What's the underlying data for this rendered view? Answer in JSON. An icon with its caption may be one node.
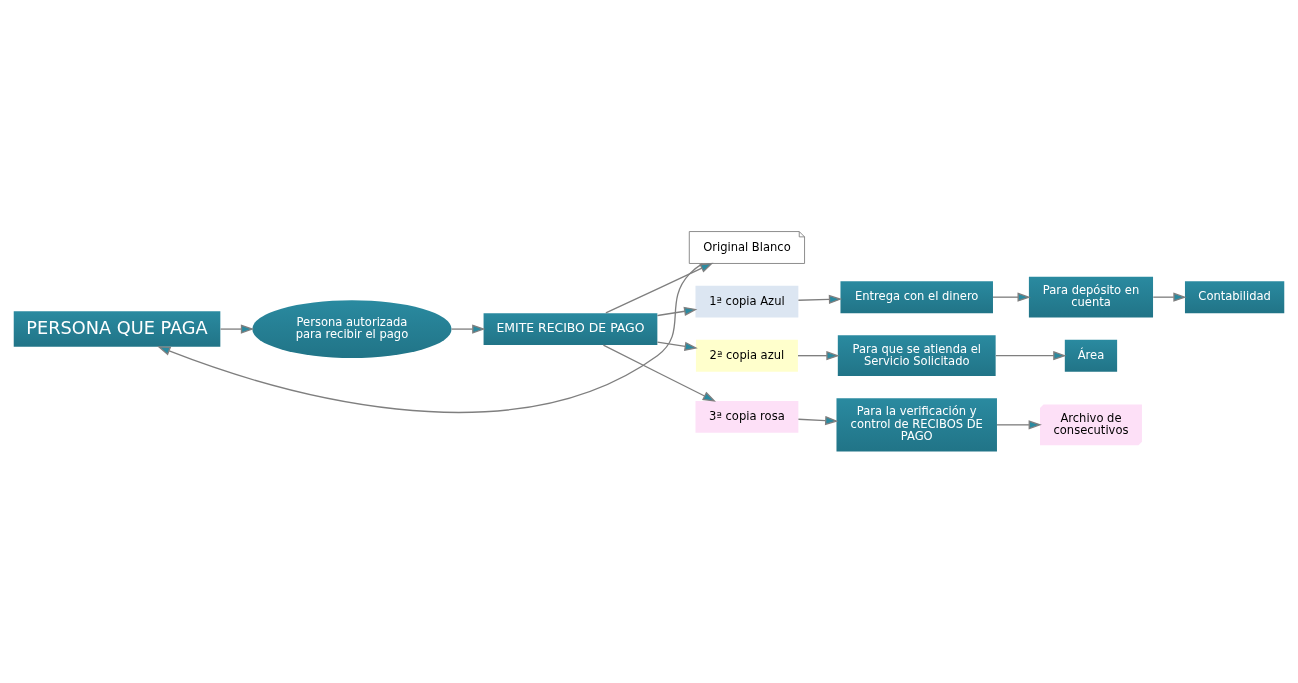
{
  "diagram": {
    "nodes": [
      {
        "text": [
          "PERSONA QUE PAGA"
        ]
      },
      {
        "text": [
          "Persona autorizada para recibir el pago"
        ]
      },
      {
        "text": [
          "EMITE RECIBO DE PAGO"
        ]
      },
      {
        "text": [
          "Original Blanco"
        ]
      },
      {
        "text": [
          "1ª copia Azul"
        ]
      },
      {
        "text": [
          "2ª copia azul"
        ]
      },
      {
        "text": [
          "3ª copia rosa"
        ]
      },
      {
        "text": [
          "Entrega con el dinero"
        ]
      },
      {
        "text": [
          "Para depósito en cuenta"
        ]
      },
      {
        "text": [
          "Contabilidad"
        ]
      },
      {
        "text": [
          "Para que se atienda el Servicio Solicitado"
        ]
      },
      {
        "text": [
          "Área"
        ]
      },
      {
        "text": [
          "Para la verificación y control de RECIBOS DE PAGO"
        ]
      },
      {
        "text": [
          "Archivo de consecutivos"
        ]
      }
    ],
    "edges": [
      {
        "from": 0,
        "to": 1,
        "arrow": "to"
      },
      {
        "from": 1,
        "to": 2,
        "arrow": "to"
      },
      {
        "from": 2,
        "to": 3,
        "arrow": "to"
      },
      {
        "from": 2,
        "to": 4,
        "arrow": "to"
      },
      {
        "from": 2,
        "to": 5,
        "arrow": "to"
      },
      {
        "from": 2,
        "to": 6,
        "arrow": "to"
      },
      {
        "from": 3,
        "to": 0,
        "arrow": "to"
      },
      {
        "from": 4,
        "to": 7,
        "arrow": "to"
      },
      {
        "from": 7,
        "to": 8,
        "arrow": "to"
      },
      {
        "from": 8,
        "to": 9,
        "arrow": "to"
      },
      {
        "from": 5,
        "to": 10,
        "arrow": "to"
      },
      {
        "from": 10,
        "to": 11,
        "arrow": "to"
      },
      {
        "from": 6,
        "to": 12,
        "arrow": "to"
      },
      {
        "from": 12,
        "to": 13,
        "arrow": "to"
      }
    ]
  }
}
